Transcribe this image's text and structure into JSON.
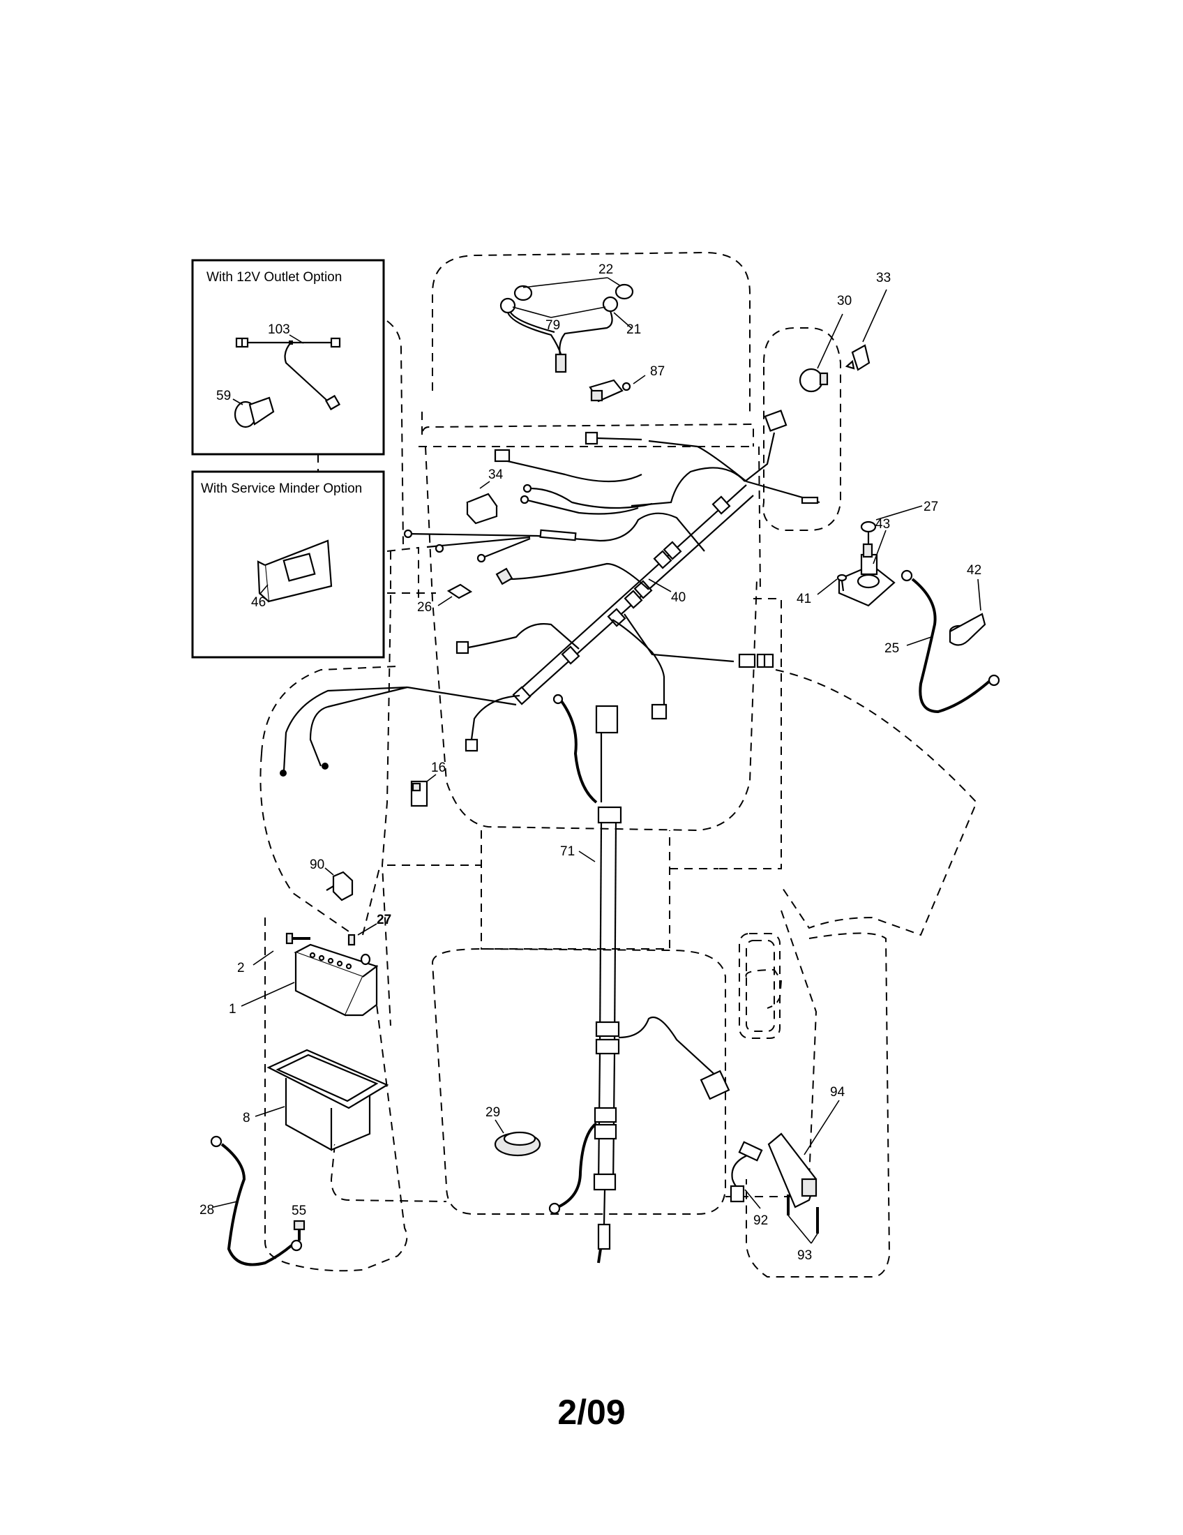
{
  "document": {
    "type": "Wiring harness exploded parts diagram",
    "page_code": "2/09"
  },
  "option_boxes": [
    {
      "id": "12v",
      "title": "With 12V Outlet Option",
      "parts": [
        "103",
        "59"
      ]
    },
    {
      "id": "service-minder",
      "title": "With Service Minder Option",
      "parts": [
        "46"
      ]
    }
  ],
  "part_labels": {
    "p1": "1",
    "p2": "2",
    "p8": "8",
    "p16": "16",
    "p21": "21",
    "p22": "22",
    "p25": "25",
    "p26": "26",
    "p27a": "27",
    "p27b": "27",
    "p28": "28",
    "p29": "29",
    "p30": "30",
    "p33": "33",
    "p34": "34",
    "p40": "40",
    "p41": "41",
    "p42": "42",
    "p43": "43",
    "p46": "46",
    "p55": "55",
    "p59": "59",
    "p71": "71",
    "p79": "79",
    "p87": "87",
    "p90": "90",
    "p92": "92",
    "p93": "93",
    "p94": "94",
    "p103": "103"
  }
}
